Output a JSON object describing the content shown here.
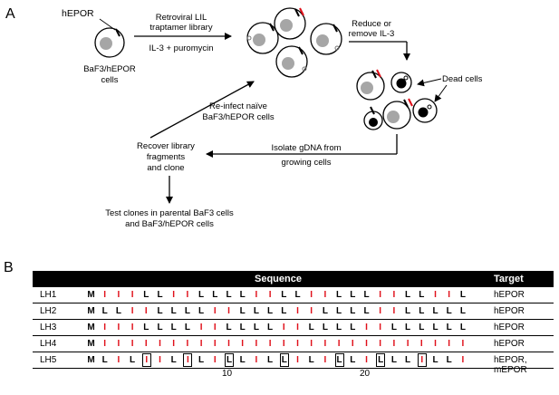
{
  "panel_a": {
    "label": "A",
    "hepor": "hEPOR",
    "cell_label": [
      "BaF3/hEPOR",
      "cells"
    ],
    "library_label": [
      "Retroviral LIL",
      "traptamer library"
    ],
    "il3_label": "IL-3 + puromycin",
    "reduce_label": [
      "Reduce or",
      "remove IL-3"
    ],
    "dead_cells": "Dead cells",
    "isolate_label": [
      "Isolate gDNA from",
      "growing cells"
    ],
    "recover_label": [
      "Recover library",
      "fragments",
      "and clone"
    ],
    "reinfect_label": [
      "Re-infect naïve",
      "BaF3/hEPOR cells"
    ],
    "test_label": [
      "Test clones in parental BaF3 cells",
      "and BaF3/hEPOR cells"
    ]
  },
  "panel_b": {
    "label": "B",
    "header": {
      "sequence": "Sequence",
      "target": "Target"
    },
    "rows": [
      {
        "name": "LH1",
        "seq": "MIIILLIILLLLIILLIILLLIILLIIL",
        "boxed": [],
        "target": "hEPOR"
      },
      {
        "name": "LH2",
        "seq": "MLLIILLLLIILLLLIILLLLIILLLLL",
        "boxed": [],
        "target": "hEPOR"
      },
      {
        "name": "LH3",
        "seq": "MIIILLLLIILLLLIILLLLIILLLLLL",
        "boxed": [],
        "target": "hEPOR"
      },
      {
        "name": "LH4",
        "seq": "MIIIIIIIIIIIIIIIIIIIIIIIIIII",
        "boxed": [],
        "target": "hEPOR"
      },
      {
        "name": "LH5",
        "seq": "MLILIILILILLILLILILLILLLILLI",
        "boxed": [
          4,
          7,
          10,
          14,
          18,
          21,
          24,
          28
        ],
        "target": "hEPOR, mEPOR"
      }
    ],
    "ticks": [
      {
        "label": "10",
        "pos": 10
      },
      {
        "label": "20",
        "pos": 20
      }
    ]
  }
}
